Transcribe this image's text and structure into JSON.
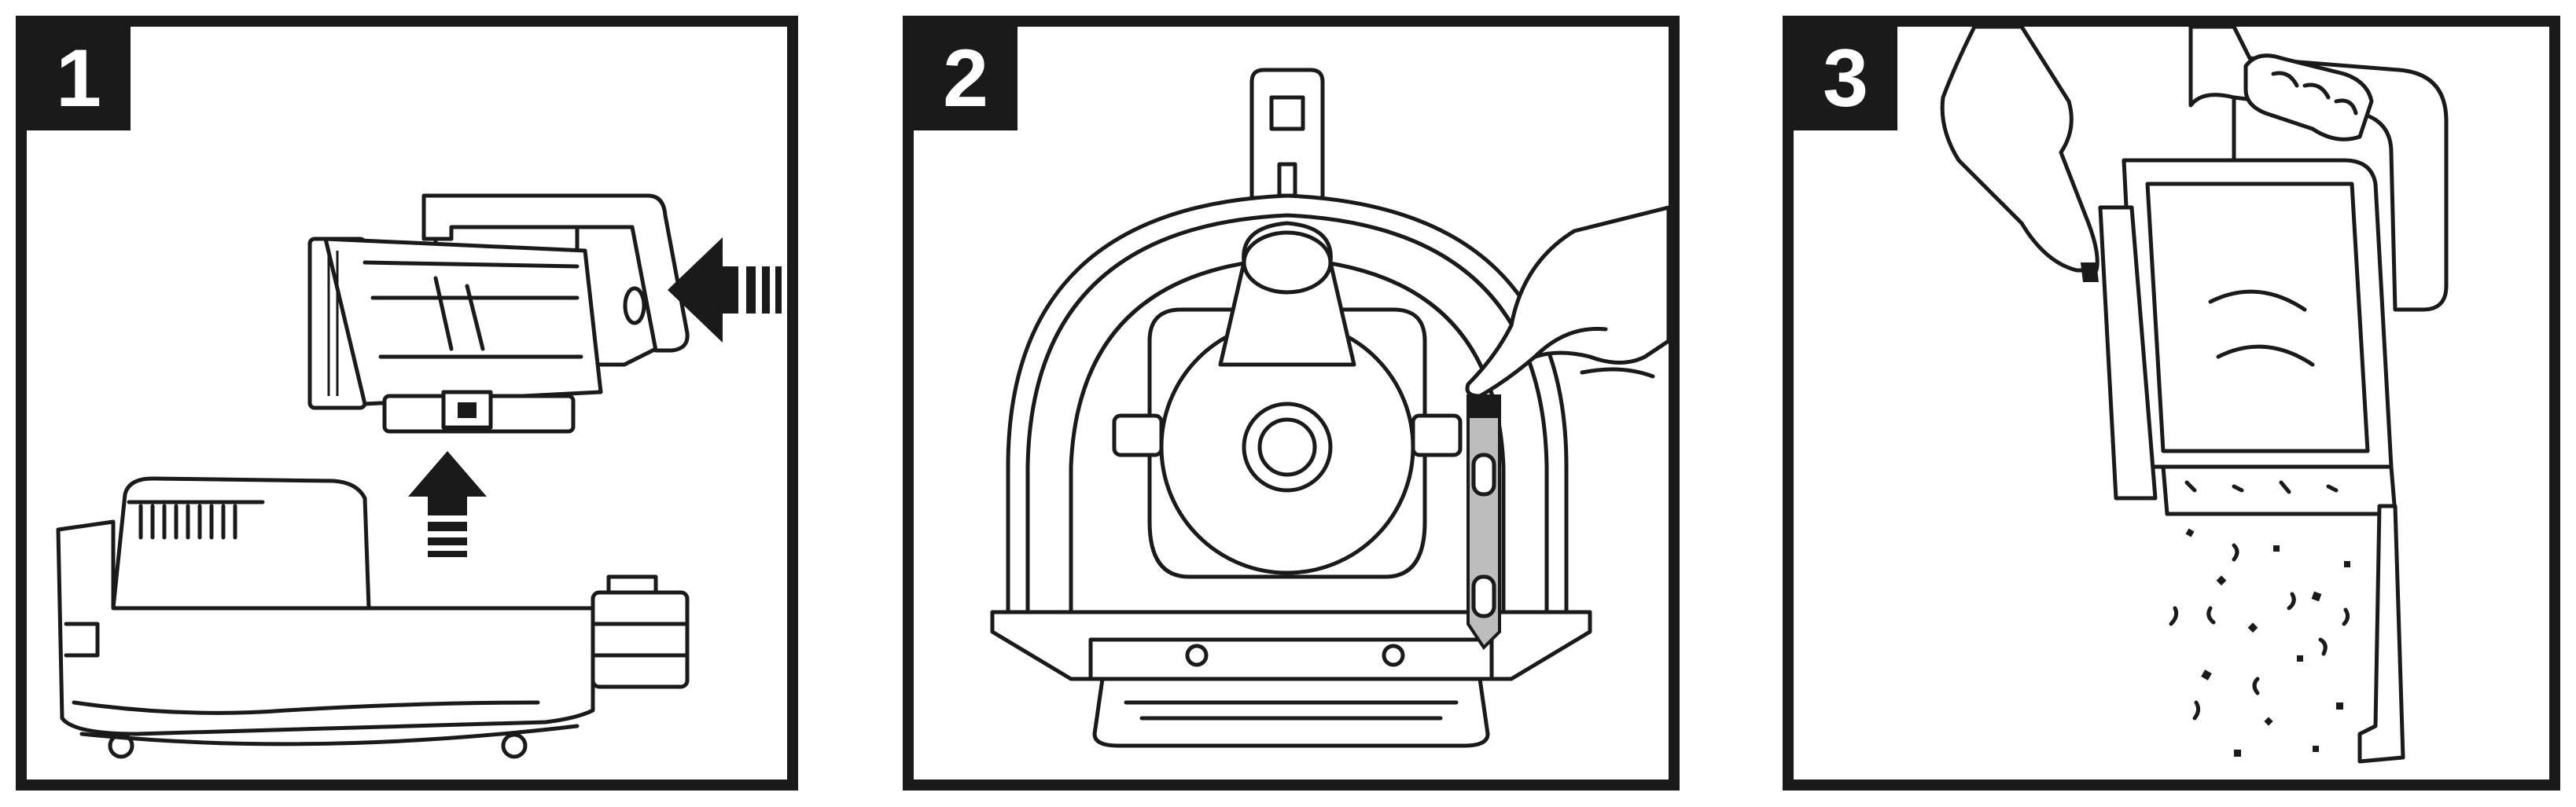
{
  "steps": [
    {
      "number": "1",
      "icons": [
        "vacuum-body-icon",
        "dust-bin-icon",
        "arrow-left-icon",
        "arrow-up-icon"
      ]
    },
    {
      "number": "2",
      "icons": [
        "bin-lid-icon",
        "hand-icon",
        "release-latch-icon"
      ]
    },
    {
      "number": "3",
      "icons": [
        "hand-icon",
        "dust-bin-icon",
        "debris-icon"
      ]
    }
  ],
  "colors": {
    "ink": "#1a1a1a",
    "background": "#ffffff",
    "latch": "#bdbdbd"
  }
}
